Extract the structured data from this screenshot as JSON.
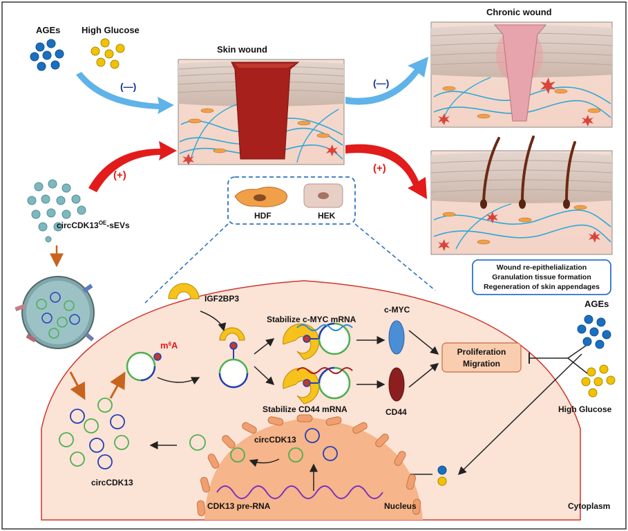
{
  "labels": {
    "ages": "AGEs",
    "high_glucose": "High Glucose",
    "skin_wound": "Skin wound",
    "chronic_wound": "Chronic wound",
    "minus_sign": "(—)",
    "plus_sign": "(+)",
    "sevs_prefix": "circCDK13",
    "sevs_sup": "OE",
    "sevs_suffix": "-sEVs",
    "hdf": "HDF",
    "hek": "HEK",
    "outcome_1": "Wound re-epithelialization",
    "outcome_2": "Granulation tissue formation",
    "outcome_3": "Regeneration of skin appendages",
    "igf2bp3": "IGF2BP3",
    "m6a_m": "m",
    "m6a_sup": "6",
    "m6a_a": "A",
    "stabilize_myc": "Stabilize c-MYC mRNA",
    "stabilize_cd44": "Stabilize CD44 mRNA",
    "cmyc": "c-MYC",
    "cd44": "CD44",
    "proliferation": "Proliferation",
    "migration": "Migration",
    "ages_right": "AGEs",
    "high_glucose_right": "High Glucose",
    "circcdk13_nucleus": "circCDK13",
    "circcdk13_cyto": "circCDK13",
    "pre_rna": "CDK13 pre-RNA",
    "nucleus": "Nucleus",
    "cytoplasm": "Cytoplasm"
  },
  "colors": {
    "ages_dot": "#1a6fc0",
    "glucose_dot": "#f2c200",
    "sevs_dot": "#7fb7bf",
    "blue_arrow": "#5fb3e8",
    "red_arrow": "#e21b1b",
    "cell_fill": "#fbe3d6",
    "cell_border": "#d0342c",
    "nucleus_fill": "#f6b58a",
    "igf_yellow": "#f7c21b",
    "circ_green": "#4caf50",
    "circ_blue": "#2340b8",
    "outcome_border": "#2b72c4",
    "pro_box": "#f9cdb0"
  }
}
